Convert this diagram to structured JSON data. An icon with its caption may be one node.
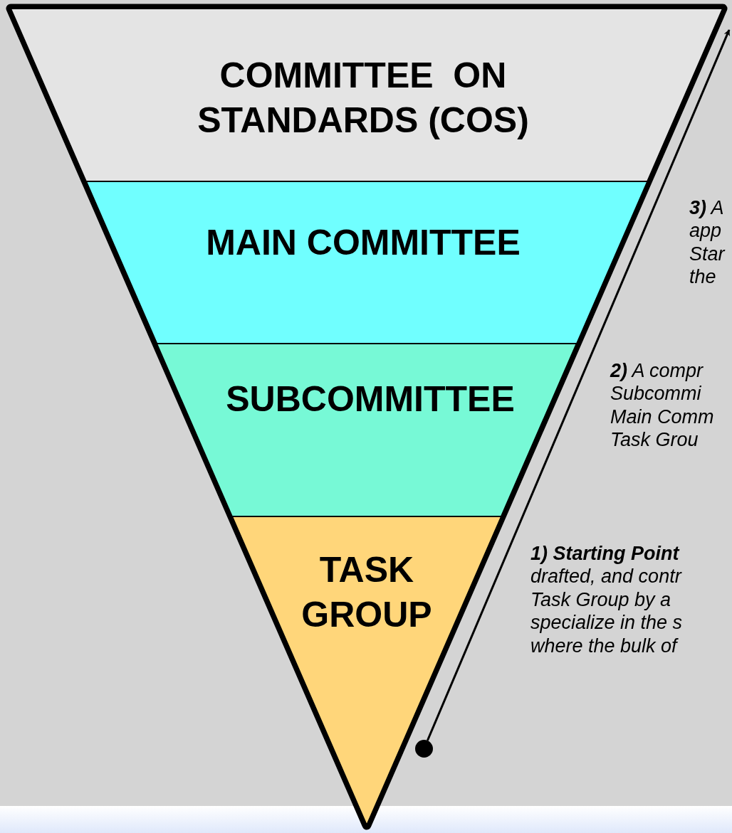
{
  "diagram": {
    "nodes": [
      {
        "text": [
          "COMMITTEE  ON STANDARDS (COS)"
        ]
      },
      {
        "text": [
          "MAIN COMMITTEE"
        ]
      },
      {
        "text": [
          "SUBCOMMITTEE"
        ]
      },
      {
        "text": [
          "TASK GROUP"
        ]
      },
      {
        "text": [],
        "shape": "circle"
      }
    ],
    "edges": [
      {
        "from": 4,
        "to": 0,
        "arrow": "to"
      }
    ],
    "labels": [
      "**3)** A app Star the",
      "**2)** A compr Subcommi Main Comm Task Grou",
      "**1) Starting Point** drafted, and contr Task Group by a specialize in the s where the bulk of"
    ]
  }
}
